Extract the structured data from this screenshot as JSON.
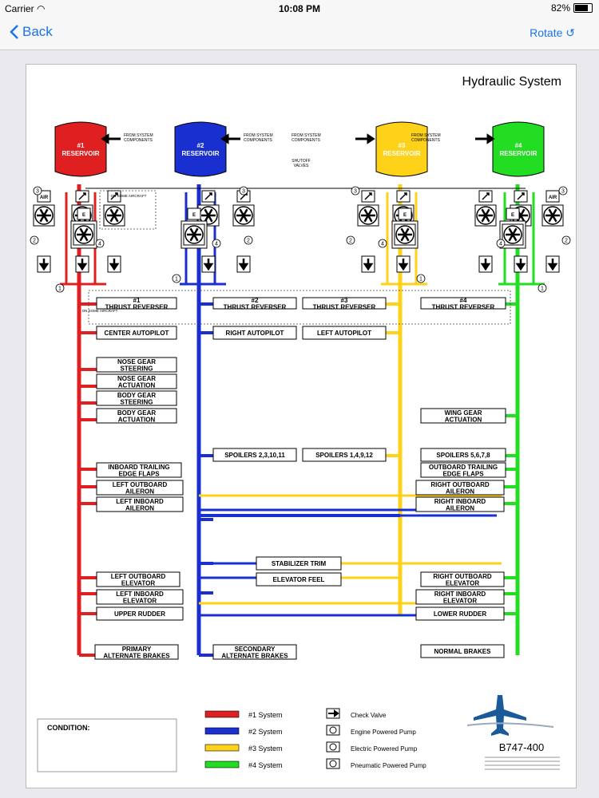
{
  "status_bar": {
    "carrier": "Carrier",
    "time": "10:08 PM",
    "battery": "82%",
    "battery_level": 0.82
  },
  "nav": {
    "back_label": "Back",
    "rotate_label": "Rotate",
    "rotate_icon": "↺"
  },
  "diagram": {
    "title": "Hydraulic System",
    "reservoirs": [
      {
        "num": "#1",
        "label": "RESERVOIR",
        "color": "#e02020"
      },
      {
        "num": "#2",
        "label": "RESERVOIR",
        "color": "#1a2fd0"
      },
      {
        "num": "#3",
        "label": "RESERVOIR",
        "color": "#ffd21a"
      },
      {
        "num": "#4",
        "label": "RESERVOIR",
        "color": "#22dd22"
      }
    ],
    "from_system_lines": [
      "FROM SYSTEM",
      "COMPONENTS"
    ],
    "shutoff_lines": [
      "SHUTOFF",
      "VALVES"
    ],
    "on_some_aircraft": "ON SOME AIRCRAFT",
    "pump_labels": {
      "air": "AIR",
      "engine": "E"
    },
    "callouts": [
      "1",
      "2",
      "3",
      "4"
    ],
    "components": {
      "thrust_reverser_1": {
        "num": "#1",
        "label": "THRUST REVERSER"
      },
      "thrust_reverser_2": {
        "num": "#2",
        "label": "THRUST REVERSER"
      },
      "thrust_reverser_3": {
        "num": "#3",
        "label": "THRUST REVERSER"
      },
      "thrust_reverser_4": {
        "num": "#4",
        "label": "THRUST REVERSER"
      },
      "center_autopilot": "CENTER AUTOPILOT",
      "right_autopilot": "RIGHT AUTOPILOT",
      "left_autopilot": "LEFT AUTOPILOT",
      "nose_gear_steering": [
        "NOSE GEAR",
        "STEERING"
      ],
      "nose_gear_actuation": [
        "NOSE GEAR",
        "ACTUATION"
      ],
      "body_gear_steering": [
        "BODY GEAR",
        "STEERING"
      ],
      "body_gear_actuation": [
        "BODY GEAR",
        "ACTUATION"
      ],
      "wing_gear_actuation": [
        "WING GEAR",
        "ACTUATION"
      ],
      "spoilers_2": "SPOILERS 2,3,10,11",
      "spoilers_3": "SPOILERS 1,4,9,12",
      "spoilers_4": "SPOILERS 5,6,7,8",
      "inboard_trailing": [
        "INBOARD TRAILING",
        "EDGE FLAPS"
      ],
      "outboard_trailing": [
        "OUTBOARD TRAILING",
        "EDGE FLAPS"
      ],
      "left_outboard_aileron": [
        "LEFT OUTBOARD",
        "AILERON"
      ],
      "left_inboard_aileron": [
        "LEFT INBOARD",
        "AILERON"
      ],
      "right_outboard_aileron": [
        "RIGHT OUTBOARD",
        "AILERON"
      ],
      "right_inboard_aileron": [
        "RIGHT INBOARD",
        "AILERON"
      ],
      "stabilizer_trim": "STABILIZER TRIM",
      "elevator_feel": "ELEVATOR FEEL",
      "left_outboard_elevator": [
        "LEFT OUTBOARD",
        "ELEVATOR"
      ],
      "left_inboard_elevator": [
        "LEFT INBOARD",
        "ELEVATOR"
      ],
      "right_outboard_elevator": [
        "RIGHT OUTBOARD",
        "ELEVATOR"
      ],
      "right_inboard_elevator": [
        "RIGHT INBOARD",
        "ELEVATOR"
      ],
      "upper_rudder": "UPPER RUDDER",
      "lower_rudder": "LOWER RUDDER",
      "primary_brakes": [
        "PRIMARY",
        "ALTERNATE BRAKES"
      ],
      "secondary_brakes": [
        "SECONDARY",
        "ALTERNATE BRAKES"
      ],
      "normal_brakes": "NORMAL BRAKES"
    },
    "condition_label": "CONDITION:",
    "legend": {
      "systems": [
        {
          "label": "#1 System",
          "color": "#e02020"
        },
        {
          "label": "#2 System",
          "color": "#1a2fd0"
        },
        {
          "label": "#3 System",
          "color": "#ffd21a"
        },
        {
          "label": "#4 System",
          "color": "#22dd22"
        }
      ],
      "symbols": [
        {
          "label": "Check Valve",
          "icon": "check-valve-icon"
        },
        {
          "label": "Engine Powered Pump",
          "icon": "engine-pump-icon"
        },
        {
          "label": "Electric Powered Pump",
          "icon": "electric-pump-icon"
        },
        {
          "label": "Pneumatic Powered Pump",
          "icon": "pneumatic-pump-icon"
        }
      ]
    },
    "aircraft": "B747-400"
  }
}
